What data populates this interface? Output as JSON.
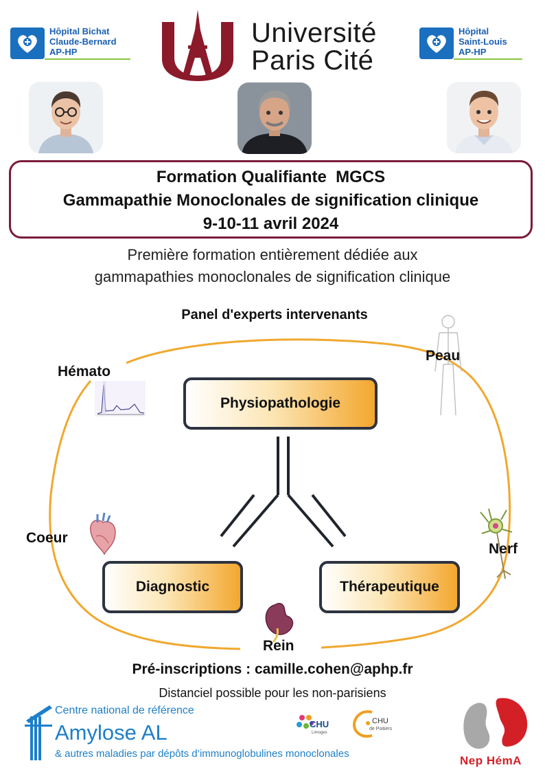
{
  "logos": {
    "bichat": {
      "line1": "Hôpital Bichat",
      "line2": "Claude-Bernard",
      "line3": "AP-HP"
    },
    "saint_louis": {
      "line1": "Hôpital",
      "line2": "Saint-Louis",
      "line3": "AP-HP"
    },
    "university": {
      "line1": "Université",
      "line2": "Paris Cité"
    }
  },
  "title": {
    "line1": "Formation Qualifiante  MGCS",
    "line2": "Gammapathie Monoclonales de signification clinique",
    "line3": "9-10-11 avril 2024"
  },
  "subtitle": {
    "line1": "Première formation entièrement dédiée aux",
    "line2": "gammapathies monoclonales de signification clinique"
  },
  "panel": {
    "title": "Panel d'experts intervenants",
    "organs": {
      "hemato": "Hémato",
      "peau": "Peau",
      "coeur": "Coeur",
      "nerf": "Nerf",
      "rein": "Rein"
    },
    "boxes": {
      "physio": "Physiopathologie",
      "diagnostic": "Diagnostic",
      "therapeutique": "Thérapeutique"
    }
  },
  "registration": {
    "label": "Pré-inscriptions : camille.cohen@aphp.fr",
    "remote": "Distanciel possible pour les non-parisiens"
  },
  "footer": {
    "cnr_small": "Centre national de référence",
    "cnr_big": "Amylose AL",
    "cnr_sub": "& autres maladies par dépôts d’immunoglobulines monoclonales",
    "chu_limoges": "CHU",
    "chu_limoges_sub": "Limoges",
    "chu_poitiers": "CHU",
    "chu_poitiers_sub": "de Poitiers",
    "nephema": "Nep  HémA"
  },
  "colors": {
    "title_border": "#7a1a3c",
    "orange": "#f3a72f",
    "blue": "#1a6fbf",
    "green_rule": "#8cc63f",
    "university_red": "#8b1a2b"
  }
}
